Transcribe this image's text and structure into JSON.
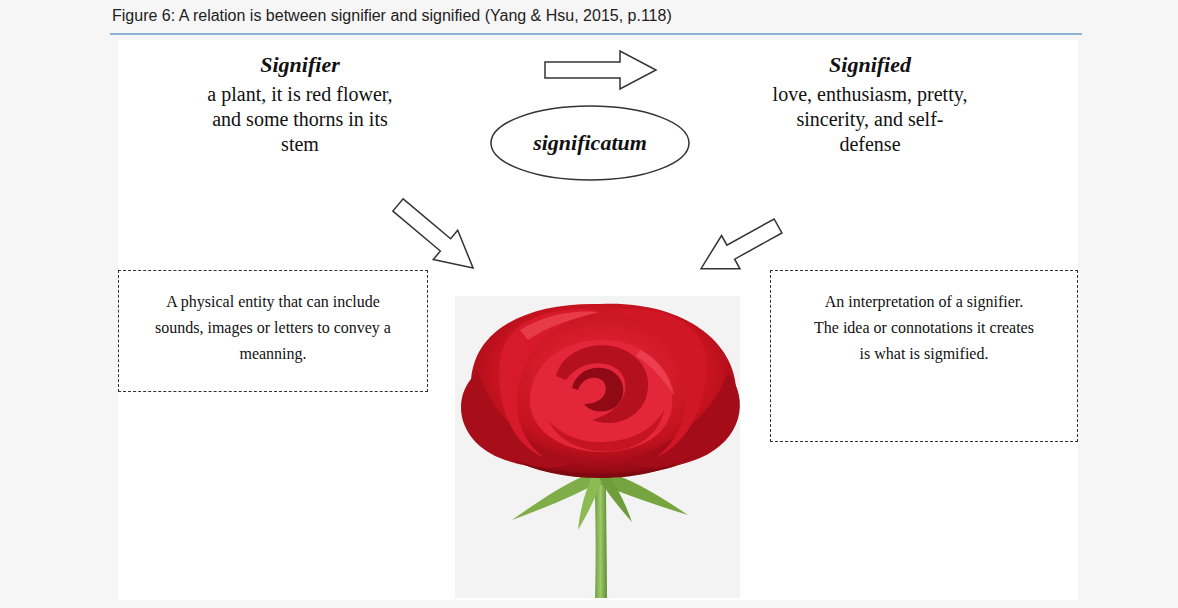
{
  "diagram": {
    "title": "Figure 6: A relation is between signifier and signified (Yang & Hsu, 2015, p.118)",
    "nodes": [
      {
        "text": [
          "significatum"
        ]
      },
      {
        "text": [
          "A physical entity that can include sounds, images or letters to convey a meanning."
        ]
      },
      {
        "text": [
          "An interpretation of a signifier. The idea or connotations it creates is what is sigmified."
        ]
      }
    ],
    "labels": [
      "Signifier",
      "a plant, it is red flower, and some thorns in its stem",
      "Signified",
      "love, enthusiasm, pretty, sincerity, and self-defense"
    ]
  }
}
